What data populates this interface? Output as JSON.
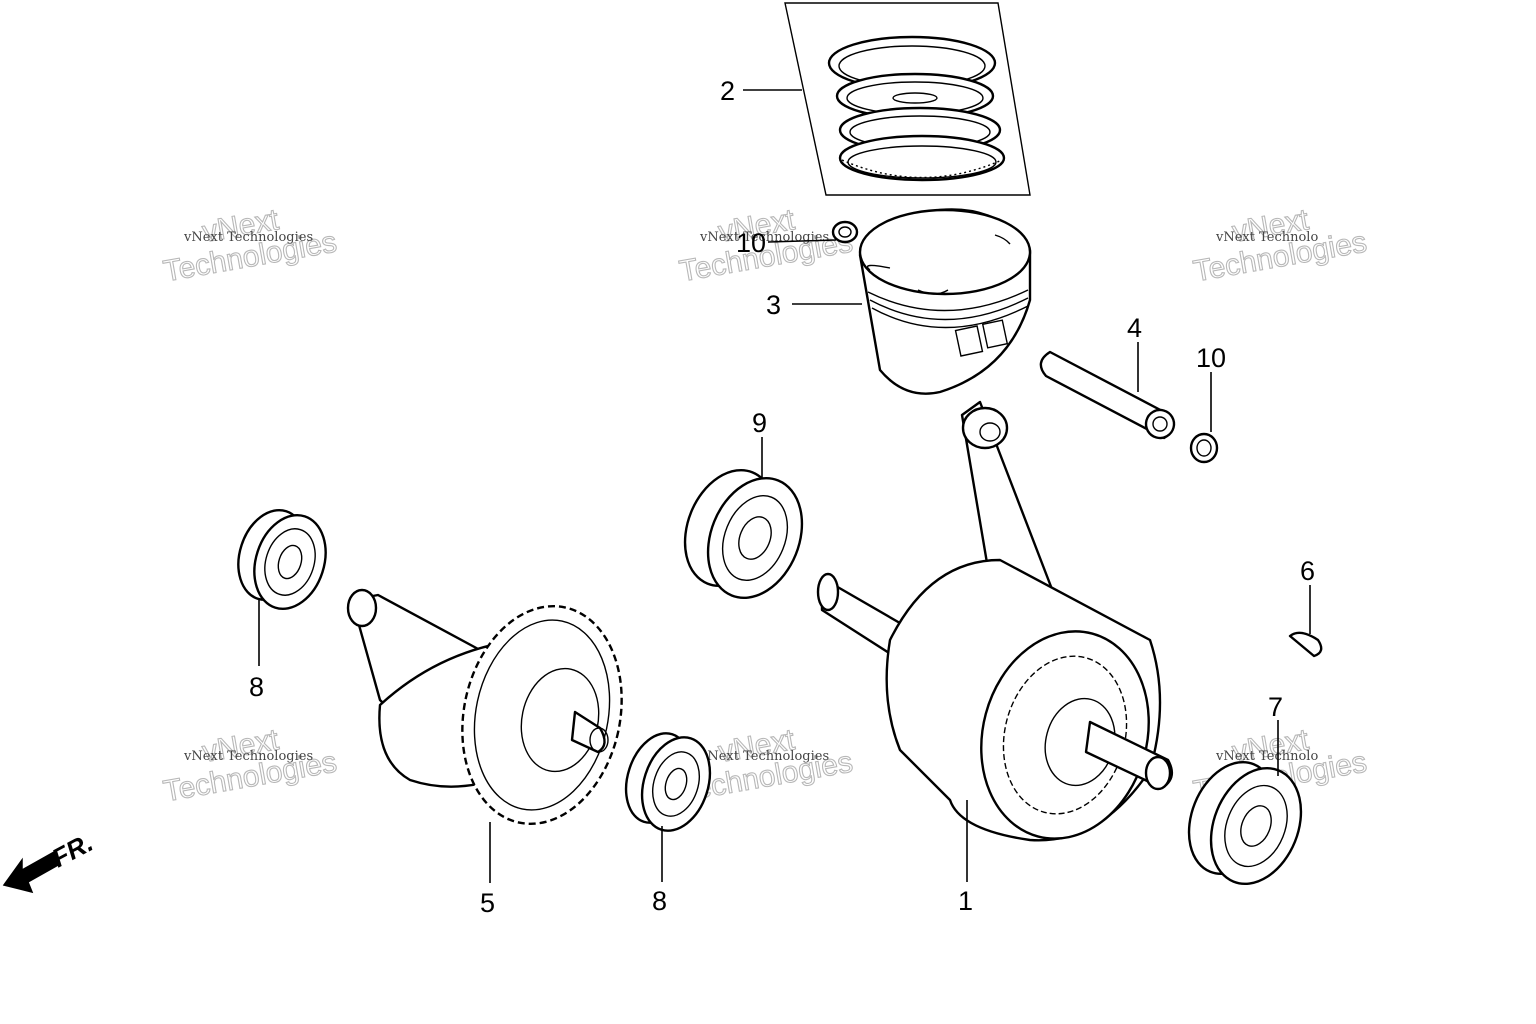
{
  "callouts": [
    {
      "id": "crankshaft",
      "label": "1"
    },
    {
      "id": "piston-rings",
      "label": "2"
    },
    {
      "id": "piston",
      "label": "3"
    },
    {
      "id": "piston-pin",
      "label": "4"
    },
    {
      "id": "balancer",
      "label": "5"
    },
    {
      "id": "woodruff-key",
      "label": "6"
    },
    {
      "id": "bearing-right",
      "label": "7"
    },
    {
      "id": "bearing-left",
      "label": "8"
    },
    {
      "id": "bearing-lower",
      "label": "8"
    },
    {
      "id": "bearing-upper",
      "label": "9"
    },
    {
      "id": "clip-top",
      "label": "10"
    },
    {
      "id": "clip-right",
      "label": "10"
    }
  ],
  "direction": {
    "label": "FR."
  },
  "watermark": {
    "large_line1": "vNext",
    "large_line2": "Technologies",
    "small": "vNext Technologies",
    "small_right": "vNext Technolo"
  }
}
